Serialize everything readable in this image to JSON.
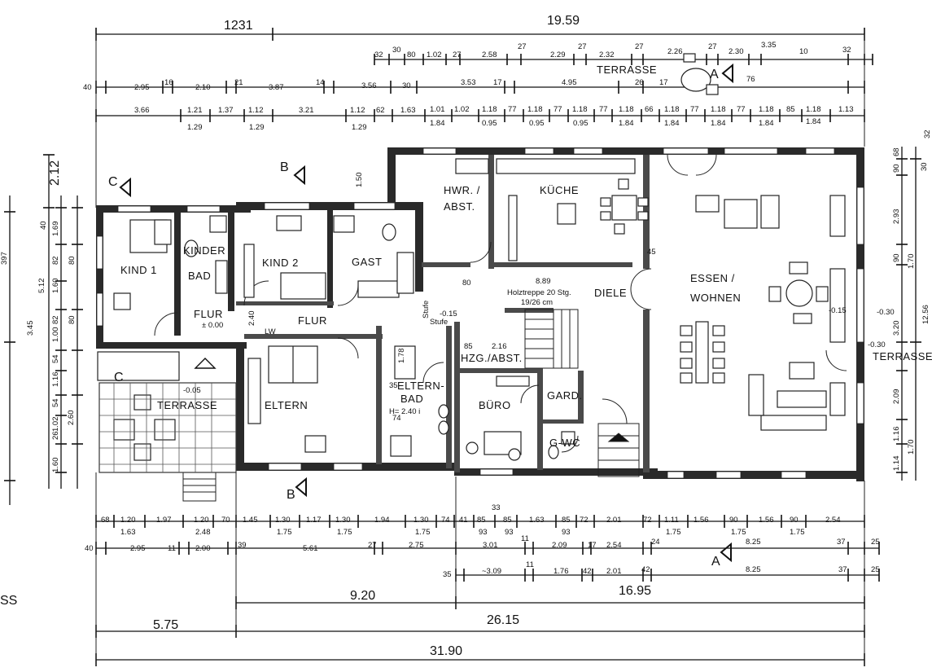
{
  "rooms": {
    "kind1": "KIND 1",
    "kinderbad_1": "KINDER",
    "kinderbad_2": "BAD",
    "kind2": "KIND 2",
    "gast": "GAST",
    "hwr_1": "HWR. /",
    "hwr_2": "ABST.",
    "kueche": "KÜCHE",
    "essen_1": "ESSEN /",
    "essen_2": "WOHNEN",
    "diele": "DIELE",
    "flur_main": "FLUR",
    "flur_small": "FLUR",
    "eltern": "ELTERN",
    "elternbad_1": "ELTERN-",
    "elternbad_2": "BAD",
    "hzg": "HZG./ABST.",
    "buero": "BÜRO",
    "gard": "GARD.",
    "gwc": "G-WC",
    "terrasse_top": "TERRASSE",
    "terrasse_left": "TERRASSE",
    "terrasse_right": "TERRASSE",
    "partial_ss": "SS"
  },
  "notes": {
    "holztreppe": "Holztreppe 20 Stg.",
    "stair_ratio": "19/26 cm",
    "stair_len": "8.89",
    "stufe1": "Stufe",
    "stufe2": "Stufe",
    "lw": "LW",
    "height": "H= 2.40 i",
    "lvl_flur": "± 0.00",
    "lvl_1": "-0.15",
    "lvl_2": "-0.15",
    "lvl_terr_left": "-0.05",
    "lvl_terr_right": "-0.30",
    "lvl_terr_right2": "-0.30",
    "d_150": "1.50",
    "d_80": "80",
    "d_85": "85",
    "d_216": "2.16",
    "d_178": "1.78",
    "d_35": "35",
    "d_74": "74",
    "d_45": "45",
    "d_240": "2.40"
  },
  "sections": {
    "a": "A",
    "b": "B",
    "c": "C"
  },
  "dims": {
    "top_total_left": "1231",
    "top_total": "19.59",
    "row1": [
      "32",
      "30",
      "80",
      "1.02",
      "27",
      "2.58",
      "27",
      "2.29",
      "27",
      "2.32",
      "27",
      "2.26",
      "27",
      "2.30",
      "3.35",
      "10",
      "32"
    ],
    "row2": [
      "40",
      "2.95",
      "16",
      "2.10",
      "21",
      "3.87",
      "14",
      "3.56",
      "30",
      "3.53",
      "17",
      "4.95",
      "26",
      "17",
      "76"
    ],
    "row3": [
      "3.66",
      "1.21",
      "1.37",
      "1.12",
      "3.21",
      "1.12",
      "62",
      "1.63",
      "1.01",
      "1.02",
      "1.18",
      "77",
      "1.18",
      "77",
      "1.18",
      "77",
      "1.18",
      "66",
      "1.18",
      "77",
      "1.18",
      "77",
      "1.18",
      "85",
      "1.18",
      "1.13"
    ],
    "row3b": [
      "1.29",
      "1.29",
      "1.29",
      "1.84",
      "0.95",
      "0.95",
      "0.95",
      "1.84",
      "1.84",
      "1.84",
      "1.84",
      "1.84"
    ],
    "bottom_row1": [
      "68",
      "1.20",
      "1.97",
      "1.20",
      "70",
      "1.45",
      "1.30",
      "1.17",
      "1.30",
      "1.94",
      "1.30",
      "74",
      "41",
      "85",
      "85",
      "1.63",
      "85",
      "72",
      "2.01",
      "72",
      "1.11",
      "1.56",
      "90",
      "1.56",
      "90",
      "2.54"
    ],
    "bottom_row1b": [
      "1.63",
      "2.48",
      "1.75",
      "1.75",
      "1.75",
      "93",
      "93",
      "93",
      "1.75",
      "1.75",
      "1.75"
    ],
    "bottom_33": "33",
    "bottom_row2": [
      "40",
      "2.95",
      "11",
      "2.00",
      "39",
      "5.61",
      "27",
      "2.75",
      "3.01",
      "11",
      "2.09",
      "17",
      "2.54",
      "24",
      "8.25",
      "37",
      "25"
    ],
    "bottom_row3": [
      "35",
      "~3.09",
      "11",
      "1.76",
      "42",
      "2.01",
      "42",
      "8.25",
      "37",
      "25"
    ],
    "d_920": "9.20",
    "d_1695": "16.95",
    "d_575": "5.75",
    "d_2615": "26.15",
    "d_3190": "31.90",
    "left_dims": [
      "2.12",
      "1.69",
      "40",
      "5.12",
      "82",
      "1.60",
      "82",
      "3.45",
      "1.00",
      "54",
      "1.16",
      "54",
      "1.02",
      "2.60",
      "26",
      "1.60"
    ],
    "left_partial": [
      "397",
      "80",
      "80"
    ],
    "right_dims": [
      "68",
      "90",
      "2.93",
      "90",
      "1.70",
      "3.20",
      "12.56",
      "2.09",
      "1.16",
      "1.70",
      "1.14",
      "30",
      "32"
    ]
  }
}
